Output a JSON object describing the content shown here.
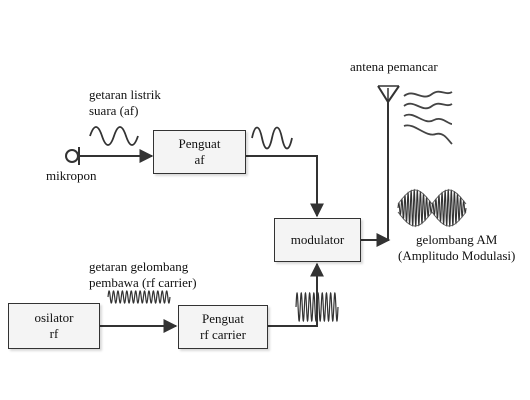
{
  "blocks": {
    "penguat_af": [
      "Penguat",
      "af"
    ],
    "modulator": [
      "modulator"
    ],
    "osilator_rf": [
      "osilator",
      "rf"
    ],
    "penguat_rf": [
      "Penguat",
      "rf carrier"
    ]
  },
  "labels": {
    "af_signal": [
      "getaran listrik",
      "suara (af)"
    ],
    "microphone": "mikropon",
    "antenna": "antena pemancar",
    "carrier_signal": [
      "getaran gelombang",
      "pembawa (rf carrier)"
    ],
    "am_wave": [
      "gelombang AM",
      "(Amplitudo Modulasi)"
    ]
  },
  "colors": {
    "line": "#333333",
    "box_fill": "#f4f4f4"
  }
}
